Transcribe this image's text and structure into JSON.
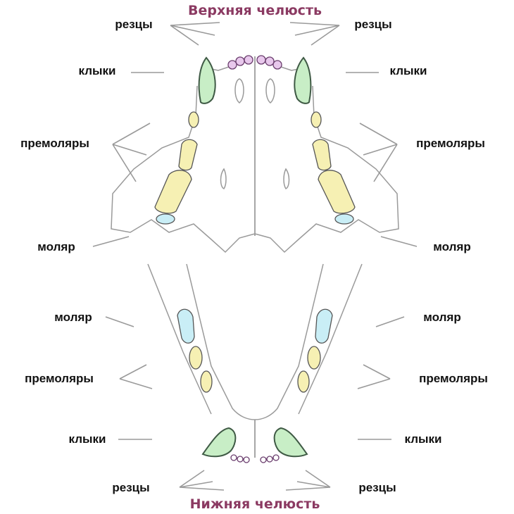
{
  "titles": {
    "upper": "Верхняя челюсть",
    "lower": "Нижняя челюсть"
  },
  "upper_labels": {
    "incisors": "резцы",
    "canines": "клыки",
    "premolars": "премоляры",
    "molar": "моляр"
  },
  "lower_labels": {
    "incisors": "резцы",
    "canines": "клыки",
    "premolars": "премоляры",
    "molar": "моляр"
  },
  "colors": {
    "title": "#8b3a62",
    "canine": "#c8eec6",
    "premolar": "#f6f0b3",
    "molar": "#c9eef6",
    "incisor": "#e8c8ec"
  }
}
